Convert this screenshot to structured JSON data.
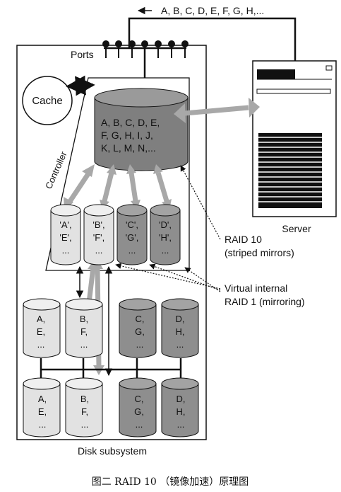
{
  "top_sequence": "A, B, C, D, E, F, G, H,...",
  "labels": {
    "ports": "Ports",
    "cache": "Cache",
    "controller": "Controller",
    "server": "Server",
    "raid10_line1": "RAID 10",
    "raid10_line2": "(striped mirrors)",
    "raid1_line1": "Virtual internal",
    "raid1_line2": "RAID 1 (mirroring)",
    "disk_subsystem": "Disk subsystem"
  },
  "big_disk_lines": [
    "A, B, C, D, E,",
    "F, G, H, I, J,",
    "K, L, M, N,..."
  ],
  "virtual_disks": [
    {
      "line1": "'A',",
      "line2": "'E',",
      "line3": "..."
    },
    {
      "line1": "'B',",
      "line2": "'F',",
      "line3": "..."
    },
    {
      "line1": "'C',",
      "line2": "'G',",
      "line3": "..."
    },
    {
      "line1": "'D',",
      "line2": "'H',",
      "line3": "..."
    }
  ],
  "physical_top": [
    {
      "line1": "A,",
      "line2": "E,",
      "line3": "..."
    },
    {
      "line1": "B,",
      "line2": "F,",
      "line3": "..."
    },
    {
      "line1": "C,",
      "line2": "G,",
      "line3": "..."
    },
    {
      "line1": "D,",
      "line2": "H,",
      "line3": "..."
    }
  ],
  "physical_bottom": [
    {
      "line1": "A,",
      "line2": "E,",
      "line3": "..."
    },
    {
      "line1": "B,",
      "line2": "F,",
      "line3": "..."
    },
    {
      "line1": "C,",
      "line2": "G,",
      "line3": "..."
    },
    {
      "line1": "D,",
      "line2": "H,",
      "line3": "..."
    }
  ],
  "caption": "图二 RAID 10 （镜像加速）原理图",
  "colors": {
    "arrow_gray": "#a8a8a8",
    "big_disk": "#7f7f7f",
    "disk_light": "#e2e2e2",
    "disk_dark": "#8e8e8e",
    "line": "#111111"
  }
}
